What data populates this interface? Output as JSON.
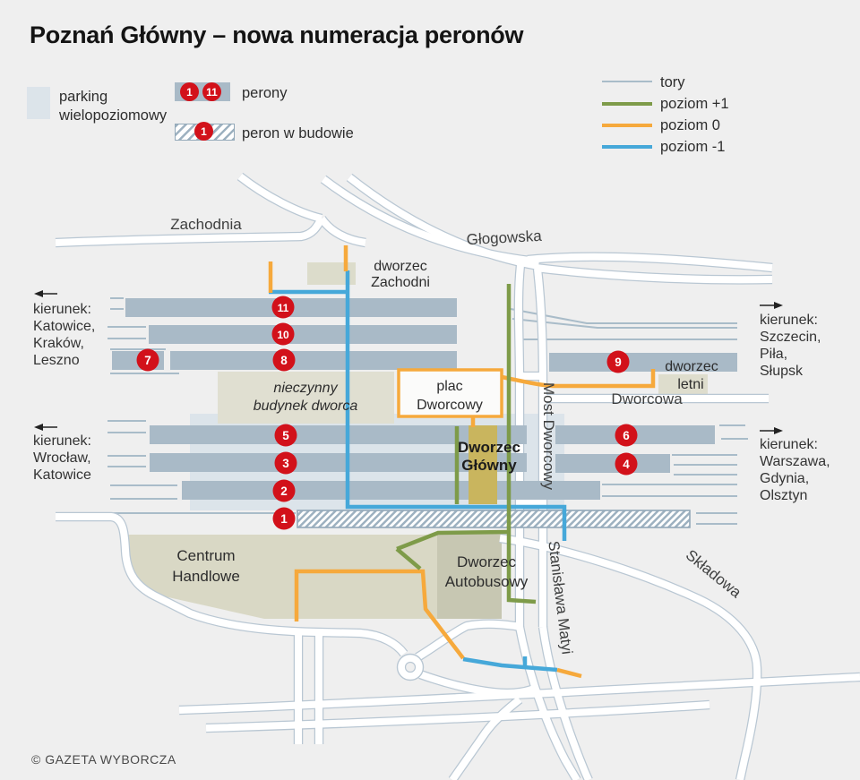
{
  "title": "Poznań Główny – nowa numeracja peronów",
  "credit": "© GAZETA WYBORCZA",
  "legend": {
    "parking_line1": "parking",
    "parking_line2": "wielopoziomowy",
    "perony_label": "perony",
    "perony_badge_1": "1",
    "perony_badge_2": "11",
    "budowie_label": "peron w budowie",
    "budowie_badge": "1",
    "tory_label": "tory",
    "poziom_plus1_label": "poziom +1",
    "poziom_0_label": "poziom 0",
    "poziom_minus1_label": "poziom -1"
  },
  "colors": {
    "background": "#efefef",
    "platform": "#a9bac7",
    "parking": "#dce4ea",
    "track": "#a9bcc9",
    "road_casing": "#b9c7d3",
    "road_fill": "#ffffff",
    "building_beige": "#e0dfd1",
    "building_dark": "#c7c7b2",
    "station_building_khaki": "#c9b55e",
    "badge_red": "#d2111a",
    "level_plus1_green": "#7e9b49",
    "level_0_orange": "#f6a93c",
    "level_minus1_blue": "#46a8d9"
  },
  "streets": {
    "zachodnia": "Zachodnia",
    "glogowska": "Głogowska",
    "most_dworcowy": "Most Dworcowy",
    "dworcowa": "Dworcowa",
    "stanislawa_matyi": "Stanisława Matyi",
    "skladowa": "Składowa"
  },
  "places": {
    "dworzec_zachodni_1": "dworzec",
    "dworzec_zachodni_2": "Zachodni",
    "nieczynny_1": "nieczynny",
    "nieczynny_2": "budynek dworca",
    "plac_dworcowy_1": "plac",
    "plac_dworcowy_2": "Dworcowy",
    "dworzec_glowny_1": "Dworzec",
    "dworzec_glowny_2": "Główny",
    "dworzec_letni_1": "dworzec",
    "dworzec_letni_2": "letni",
    "centrum_1": "Centrum",
    "centrum_2": "Handlowe",
    "autobusowy_1": "Dworzec",
    "autobusowy_2": "Autobusowy"
  },
  "directions": {
    "nw": [
      "kierunek:",
      "Katowice,",
      "Kraków,",
      "Leszno"
    ],
    "sw": [
      "kierunek:",
      "Wrocław,",
      "Katowice"
    ],
    "ne": [
      "kierunek:",
      "Szczecin,",
      "Piła,",
      "Słupsk"
    ],
    "se": [
      "kierunek:",
      "Warszawa,",
      "Gdynia,",
      "Olsztyn"
    ]
  },
  "platforms": {
    "p1": "1",
    "p2": "2",
    "p3": "3",
    "p4": "4",
    "p5": "5",
    "p6": "6",
    "p7": "7",
    "p8": "8",
    "p9": "9",
    "p10": "10",
    "p11": "11"
  }
}
